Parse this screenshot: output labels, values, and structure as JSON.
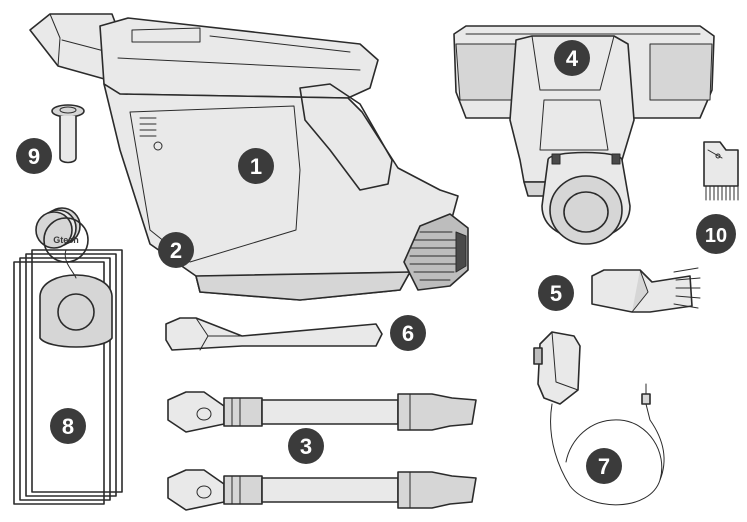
{
  "colors": {
    "badge": "#3b3b3b",
    "line": "#2b2b2b",
    "light_fill": "#e9e9e9",
    "mid_fill": "#d6d6d6",
    "background": "#ffffff"
  },
  "brand_label": "Gtech",
  "parts": [
    {
      "number": "1",
      "icon": "handheld-vacuum-main-unit"
    },
    {
      "number": "2",
      "icon": "battery-release-button"
    },
    {
      "number": "3",
      "icon": "extension-tubes"
    },
    {
      "number": "4",
      "icon": "floor-head"
    },
    {
      "number": "5",
      "icon": "brush-tool"
    },
    {
      "number": "6",
      "icon": "crevice-tool"
    },
    {
      "number": "7",
      "icon": "charger"
    },
    {
      "number": "8",
      "icon": "dust-bags"
    },
    {
      "number": "9",
      "icon": "bag-clip"
    },
    {
      "number": "10",
      "icon": "cleaning-comb-tool"
    }
  ]
}
